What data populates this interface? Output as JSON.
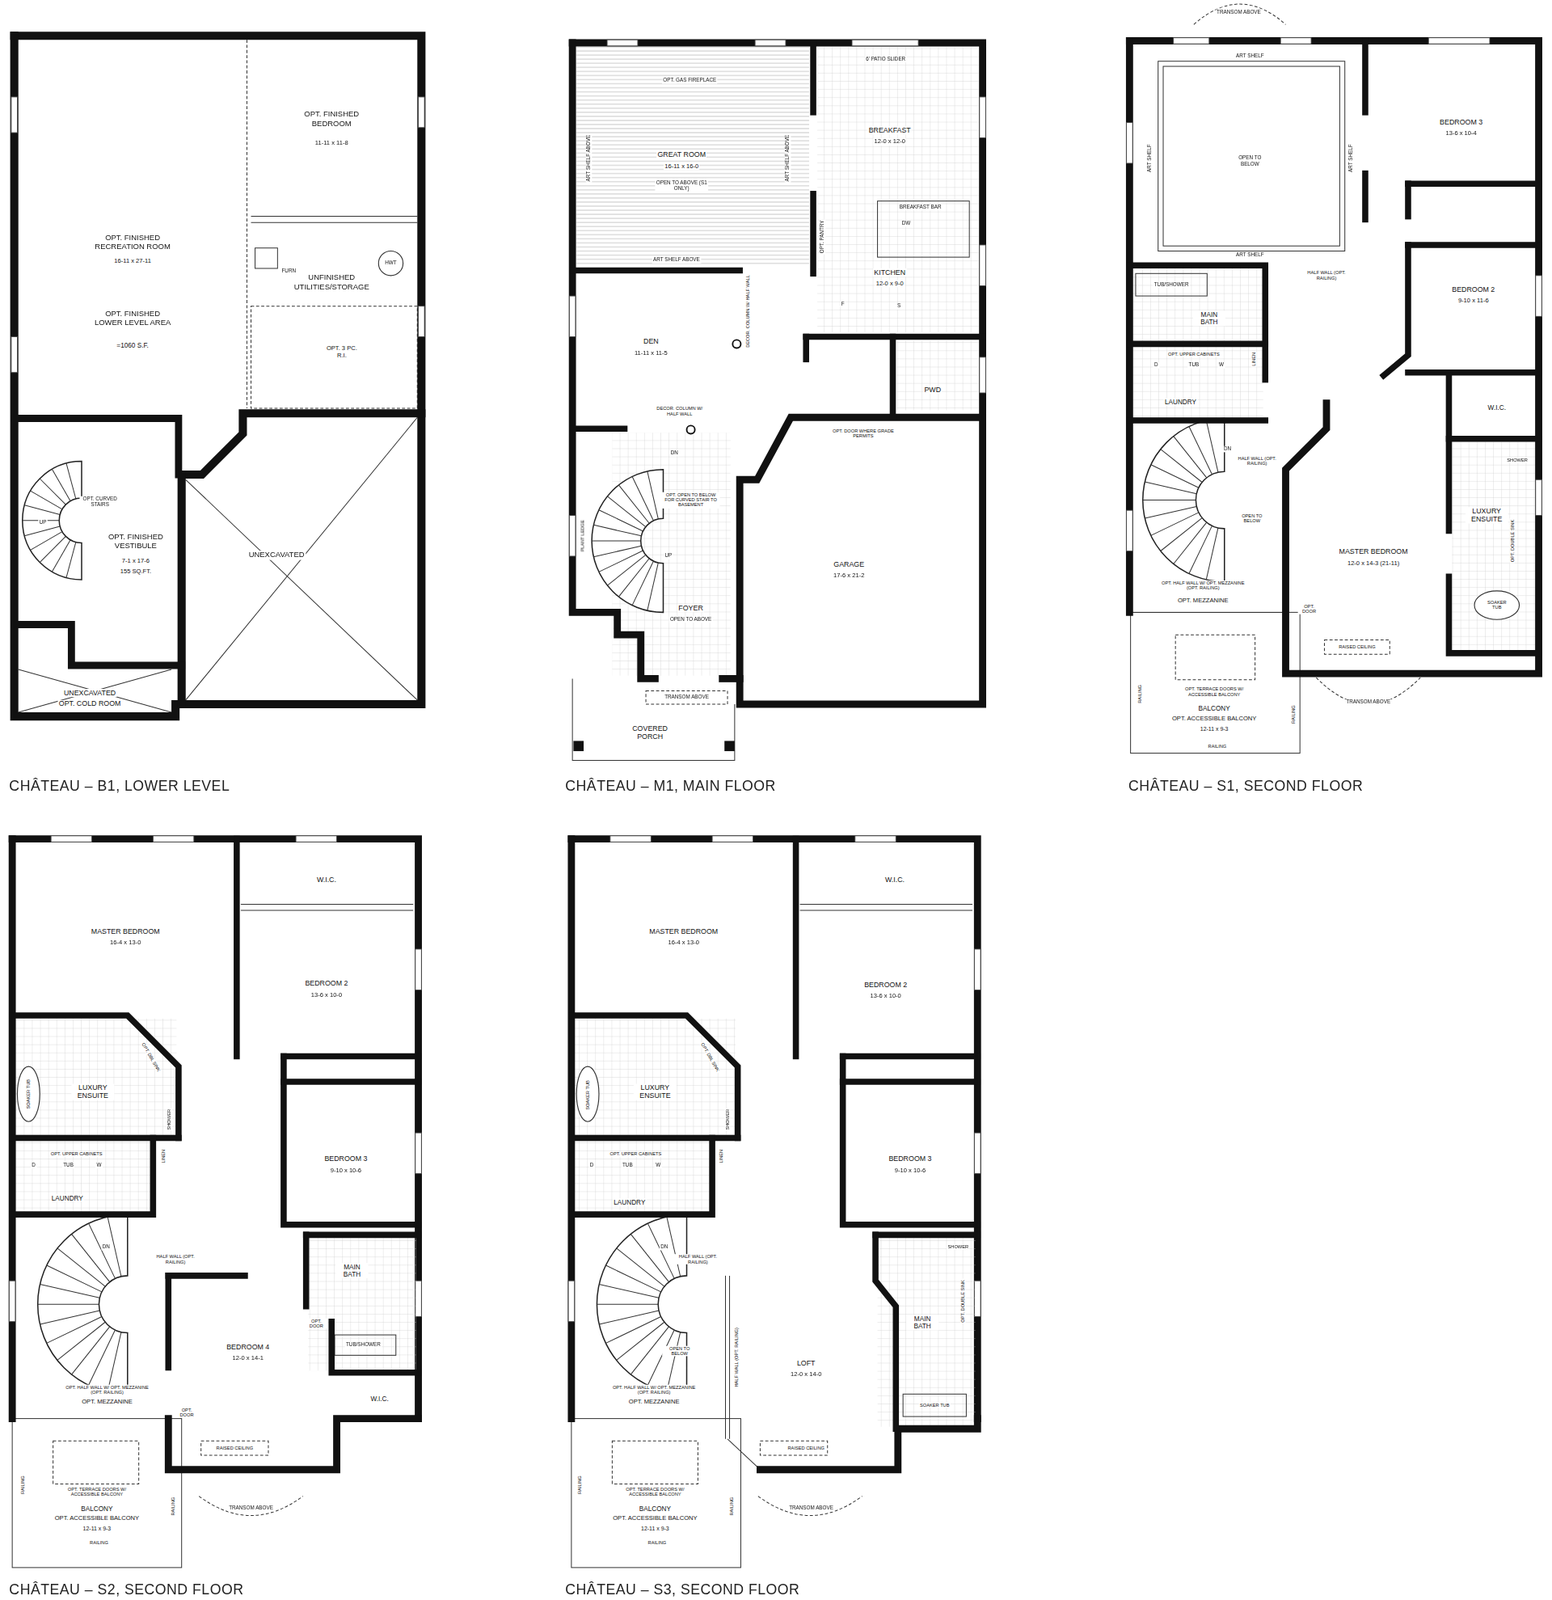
{
  "diagram": {
    "labels": [
      "OPT. FINISHED BEDROOM",
      "11-11 x 11-8",
      "OPT. FINISHED RECREATION ROOM",
      "16-11 x 27-11",
      "OPT. FINISHED LOWER LEVEL AREA",
      "=1060 S.F.",
      "FURN",
      "HWT",
      "UNFINISHED UTILITIES/STORAGE",
      "OPT. 3 PC. R.I.",
      "OPT. CURVED STAIRS",
      "UP",
      "OPT. FINISHED VESTIBULE",
      "7-1 x 17-6",
      "155 SQ.FT.",
      "UNEXCAVATED",
      "UNEXCAVATED",
      "OPT. COLD ROOM",
      "CHÂTEAU – B1, LOWER LEVEL",
      "OPT. GAS FIREPLACE",
      "6' PATIO SLIDER",
      "ART SHELF ABOVE",
      "ART SHELF ABOVE",
      "ART SHELF ABOVE",
      "GREAT ROOM",
      "16-11 x 16-0",
      "OPEN TO ABOVE (S1 ONLY)",
      "BREAKFAST",
      "12-0 x 12-0",
      "BREAKFAST BAR",
      "DW",
      "OPT. PANTRY",
      "KITCHEN",
      "12-0 x 9-0",
      "F",
      "S",
      "DECOR. COLUMN W/ HALF WALL",
      "DEN",
      "11-11 x 11-5",
      "PWD",
      "DECOR. COLUMN W/ HALF WALL",
      "OPT. DOOR WHERE GRADE PERMITS",
      "DN",
      "OPT. OPEN TO BELOW FOR CURVED STAIR TO BASEMENT",
      "PLANT LEDGE",
      "UP",
      "FOYER",
      "OPEN TO ABOVE",
      "GARAGE",
      "17-6 x 21-2",
      "TRANSOM ABOVE",
      "COVERED PORCH",
      "CHÂTEAU – M1, MAIN FLOOR",
      "TRANSOM ABOVE",
      "ART SHELF",
      "ART SHELF",
      "ART SHELF",
      "ART SHELF",
      "OPEN TO BELOW",
      "BEDROOM 3",
      "13-6 x 10-4",
      "TUB/SHOWER",
      "MAIN BATH",
      "HALF WALL (OPT. RAILING)",
      "BEDROOM 2",
      "9-10 x 11-6",
      "OPT. UPPER CABINETS",
      "D",
      "TUB",
      "W",
      "LINEN",
      "LAUNDRY",
      "W.I.C.",
      "DN",
      "HALF WALL (OPT. RAILING)",
      "SHOWER",
      "OPEN TO BELOW",
      "LUXURY ENSUITE",
      "OPT. DOUBLE SINK",
      "MASTER BEDROOM",
      "12-0 x 14-3 (21-11)",
      "OPT. HALF WALL W/ OPT. MEZZANINE (OPT. RAILING)",
      "OPT. MEZZANINE",
      "OPT. DOOR",
      "SOAKER TUB",
      "RAISED CEILING",
      "OPT. TERRACE DOORS W/ ACCESSIBLE BALCONY",
      "BALCONY",
      "OPT. ACCESSIBLE BALCONY",
      "12-11 x 9-3",
      "RAILING",
      "RAILING",
      "RAILING",
      "TRANSOM ABOVE",
      "CHÂTEAU – S1, SECOND FLOOR",
      "W.I.C.",
      "MASTER BEDROOM",
      "16-4 x 13-0",
      "BEDROOM 2",
      "13-6 x 10-0",
      "OPT. DBL SINK",
      "LUXURY ENSUITE",
      "SOAKER TUB",
      "SHOWER",
      "LINEN",
      "OPT. UPPER CABINETS",
      "D",
      "TUB",
      "W",
      "LAUNDRY",
      "BEDROOM 3",
      "9-10 x 10-6",
      "DN",
      "HALF WALL (OPT. RAILING)",
      "MAIN BATH",
      "OPT. DOOR",
      "TUB/SHOWER",
      "BEDROOM 4",
      "12-0 x 14-1",
      "W.I.C.",
      "OPT. HALF WALL W/ OPT. MEZZANINE (OPT. RAILING)",
      "OPT. MEZZANINE",
      "OPT. DOOR",
      "RAISED CEILING",
      "OPT. TERRACE DOORS W/ ACCESSIBLE BALCONY",
      "BALCONY",
      "OPT. ACCESSIBLE BALCONY",
      "12-11 x 9-3",
      "RAILING",
      "RAILING",
      "RAILING",
      "TRANSOM ABOVE",
      "CHÂTEAU – S2, SECOND FLOOR",
      "W.I.C.",
      "MASTER BEDROOM",
      "16-4 x 13-0",
      "BEDROOM 2",
      "13-6 x 10-0",
      "OPT. DBL SINK",
      "LUXURY ENSUITE",
      "SOAKER TUB",
      "SHOWER",
      "LINEN",
      "OPT. UPPER CABINETS",
      "D",
      "TUB",
      "W",
      "LAUNDRY",
      "BEDROOM 3",
      "9-10 x 10-6",
      "DN",
      "HALF WALL (OPT. RAILING)",
      "SHOWER",
      "OPT. DOUBLE SINK",
      "MAIN BATH",
      "OPEN TO BELOW",
      "HALF WALL (OPT. RAILING)",
      "LOFT",
      "12-0 x 14-0",
      "SOAKER TUB",
      "OPT. HALF WALL W/ OPT. MEZZANINE (OPT. RAILING)",
      "OPT. MEZZANINE",
      "RAISED CEILING",
      "OPT. TERRACE DOORS W/ ACCESSIBLE BALCONY",
      "BALCONY",
      "OPT. ACCESSIBLE BALCONY",
      "12-11 x 9-3",
      "RAILING",
      "RAILING",
      "RAILING",
      "TRANSOM ABOVE",
      "CHÂTEAU – S3, SECOND FLOOR"
    ]
  }
}
